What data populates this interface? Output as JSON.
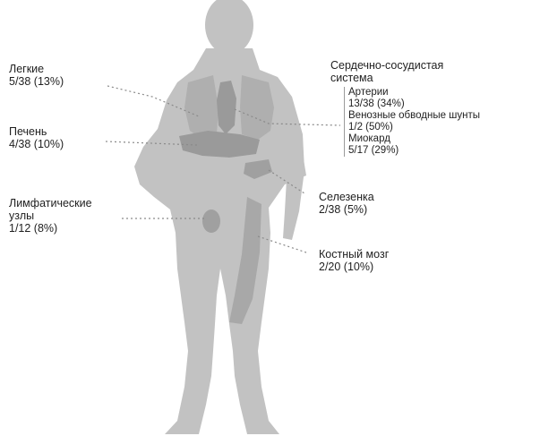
{
  "colors": {
    "silhouette": "#c2c2c2",
    "organ": "#a7a7a7",
    "leader": "#8a8a8a",
    "text": "#1f1f1f"
  },
  "labels": {
    "lungs": {
      "name": "Легкие",
      "value": "5/38 (13%)"
    },
    "liver": {
      "name": "Печень",
      "value": "4/38 (10%)"
    },
    "lymph": {
      "name_line1": "Лимфатические",
      "name_line2": "узлы",
      "value": "1/12 (8%)"
    },
    "cardio": {
      "title_line1": "Сердечно-сосудистая",
      "title_line2": "система",
      "arteries": {
        "name": "Артерии",
        "value": "13/38 (34%)"
      },
      "veins": {
        "name": "Венозные обводные шунты",
        "value": "1/2 (50%)"
      },
      "myocardium": {
        "name": "Миокард",
        "value": "5/17 (29%)"
      }
    },
    "spleen": {
      "name": "Селезенка",
      "value": "2/38 (5%)"
    },
    "marrow": {
      "name": "Костный мозг",
      "value": "2/20 (10%)"
    }
  }
}
